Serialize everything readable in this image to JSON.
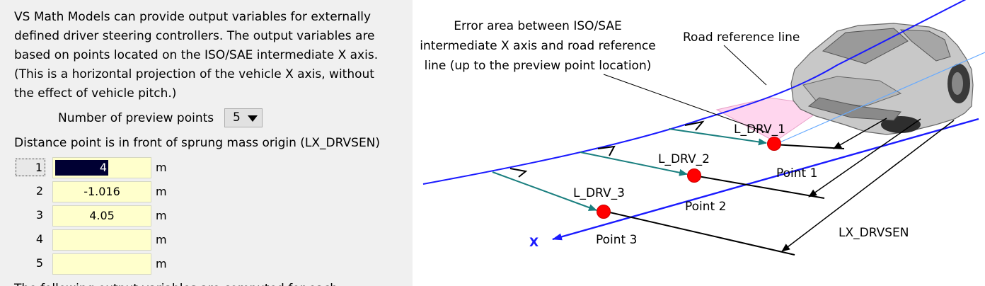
{
  "intro_lines": [
    "VS Math Models can provide output variables for externally",
    "defined driver steering controllers. The output variables are",
    "based on points located on the ISO/SAE intermediate X axis.",
    "(This is a horizontal projection of the vehicle X axis, without",
    "the effect of vehicle pitch.)"
  ],
  "preview": {
    "label": "Number of preview points",
    "value": "5"
  },
  "distance_label": "Distance point is in front of sprung mass origin (LX_DRVSEN)",
  "rows": [
    {
      "num": "1",
      "value": "4",
      "unit": "m"
    },
    {
      "num": "2",
      "value": "-1.016",
      "unit": "m"
    },
    {
      "num": "3",
      "value": "4.05",
      "unit": "m"
    },
    {
      "num": "4",
      "value": "",
      "unit": "m"
    },
    {
      "num": "5",
      "value": "",
      "unit": "m"
    }
  ],
  "cutoff_text": "The following                      output variables are computed for each",
  "diagram": {
    "error_area_lines": [
      "Error area between ISO/SAE",
      "intermediate X axis and road reference",
      "line (up to the preview point location)"
    ],
    "road_ref_label": "Road reference line",
    "l_drv": [
      "L_DRV_1",
      "L_DRV_2",
      "L_DRV_3"
    ],
    "points": [
      "Point 1",
      "Point 2",
      "Point 3"
    ],
    "lx_label": "LX_DRVSEN",
    "x_label": "X",
    "colors": {
      "axis": "#1a1aff",
      "preview_point": "#ff0000",
      "lateral": "#1a7f7f",
      "error_area": "#ffd6ee"
    }
  }
}
